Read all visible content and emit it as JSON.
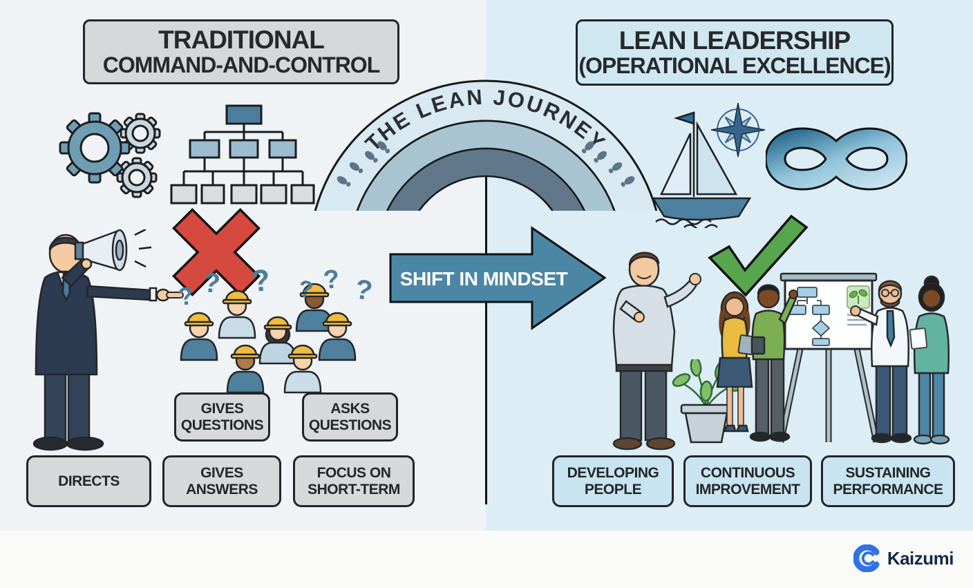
{
  "left_panel": {
    "title_line1": "TRADITIONAL",
    "title_line2": "COMMAND-AND-CONTROL",
    "labels": {
      "gives_questions": "GIVES\nQUESTIONS",
      "asks_questions": "ASKS\nQUESTIONS",
      "directs": "DIRECTS",
      "gives_answers": "GIVES\nANSWERS",
      "focus_short_term": "FOCUS ON\nSHORT-TERM"
    },
    "question_mark": "?"
  },
  "center": {
    "arch_text": "THE LEAN JOURNEY",
    "arrow_text": "SHIFT IN MINDSET"
  },
  "right_panel": {
    "title_line1": "LEAN LEADERSHIP",
    "title_line2": "(OPERATIONAL EXCELLENCE)",
    "labels": {
      "developing_people": "DEVELOPING\nPEOPLE",
      "continuous_improvement": "CONTINUOUS\nIMPROVEMENT",
      "sustaining_performance": "SUSTAINING\nPERFORMANCE"
    }
  },
  "footer": {
    "brand": "Kaizumi"
  },
  "colors": {
    "left_background": "#eff3f5",
    "right_background": "#dcedf5",
    "gray_box": "#d5d7d8",
    "blue_box": "#cfe7f0",
    "arrow_blue": "#4c86a5",
    "red_x": "#d6493f",
    "green_check": "#57a54d",
    "hard_hat_yellow": "#f2bc3f",
    "brand_blue": "#3170e8"
  }
}
